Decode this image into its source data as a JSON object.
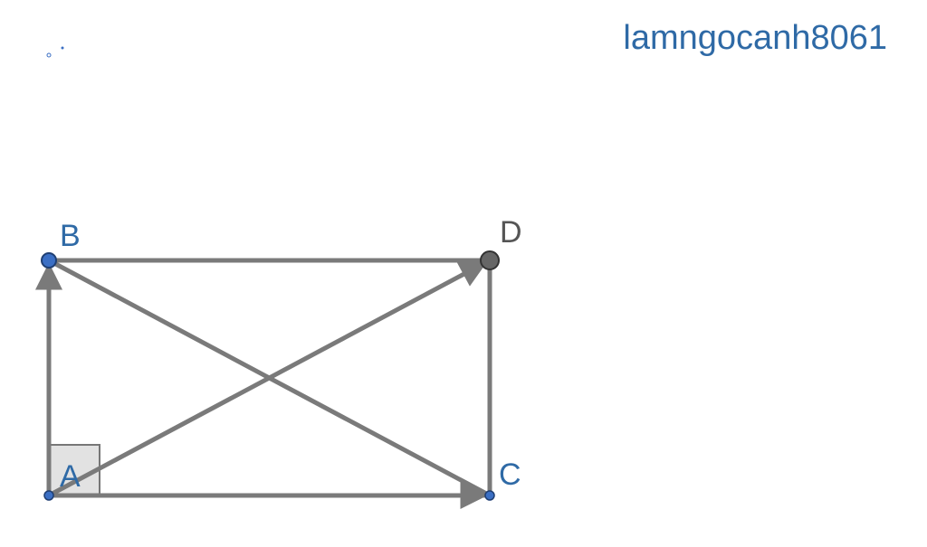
{
  "watermark": {
    "text": "lamngocanh8061"
  },
  "colors": {
    "line": "#7a7a7a",
    "label_blue": "#2f6aa6",
    "label_gray": "#555555",
    "point_blue": "#3b6fc4",
    "point_gray": "#666666",
    "right_angle_fill": "#e2e2e2",
    "right_angle_stroke": "#777777"
  },
  "points": {
    "A": {
      "label": "A"
    },
    "B": {
      "label": "B"
    },
    "C": {
      "label": "C"
    },
    "D": {
      "label": "D"
    }
  }
}
